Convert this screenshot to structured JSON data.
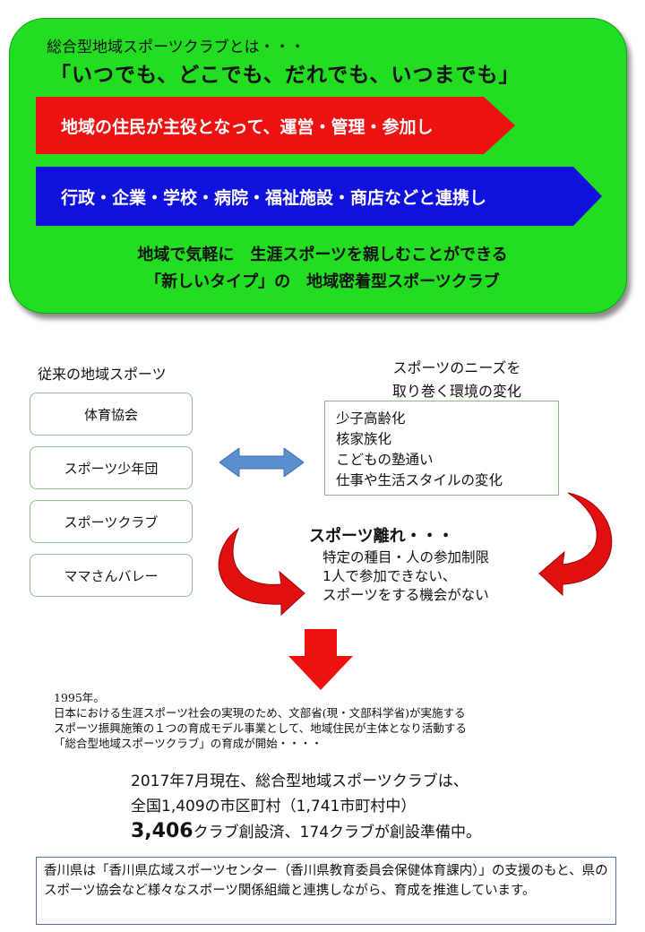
{
  "top": {
    "intro": "総合型地域スポーツクラブとは・・・",
    "slogan": "「いつでも、どこでも、だれでも、いつまでも」",
    "red_band": "地域の住民が主役となって、運営・管理・参加し",
    "blue_band": "行政・企業・学校・病院・福祉施設・商店などと連携し",
    "tagline1": "地域で気軽に　生涯スポーツを親しむことができる",
    "tagline2": "「新しいタイプ」の　地域密着型スポーツクラブ"
  },
  "traditional": {
    "title": "従来の地域スポーツ",
    "items": [
      "体育協会",
      "スポーツ少年団",
      "スポーツクラブ",
      "ママさんバレー"
    ]
  },
  "needs": {
    "title_line1": "スポーツのニーズを",
    "title_line2": "取り巻く環境の変化",
    "items": [
      "少子高齢化",
      "核家族化",
      "こどもの塾通い",
      "仕事や生活スタイルの変化"
    ]
  },
  "dropout": {
    "title": "スポーツ離れ・・・",
    "items": [
      "特定の種目・人の参加制限",
      "1人で参加できない、",
      "スポーツをする機会がない"
    ]
  },
  "history": {
    "lines": [
      "1995年。",
      "日本における生涯スポーツ社会の実現のため、文部省(現・文部科学省)が実施する",
      "スポーツ振興施策の１つの育成モデル事業として、地域住民が主体となり活動する",
      "「総合型地域スポーツクラブ」の育成が開始・・・・"
    ]
  },
  "stats": {
    "line1": "2017年7月現在、総合型地域スポーツクラブは、",
    "line2": "全国1,409の市区町村（1,741市町村中）",
    "count": "3,406",
    "line3_rest": "クラブ創設済、174クラブが創設準備中。"
  },
  "kagawa": {
    "text": "香川県は「香川県広域スポーツセンター（香川県教育委員会保健体育課内）」の支援のもと、県のスポーツ協会など様々なスポーツ関係組織と連携しながら、育成を推進しています。"
  },
  "colors": {
    "panel_green": "#22dd22",
    "red": "#ee1111",
    "blue": "#1111dd",
    "double_arrow": "#5b8fcf",
    "curve_arrow": "#e01010"
  }
}
